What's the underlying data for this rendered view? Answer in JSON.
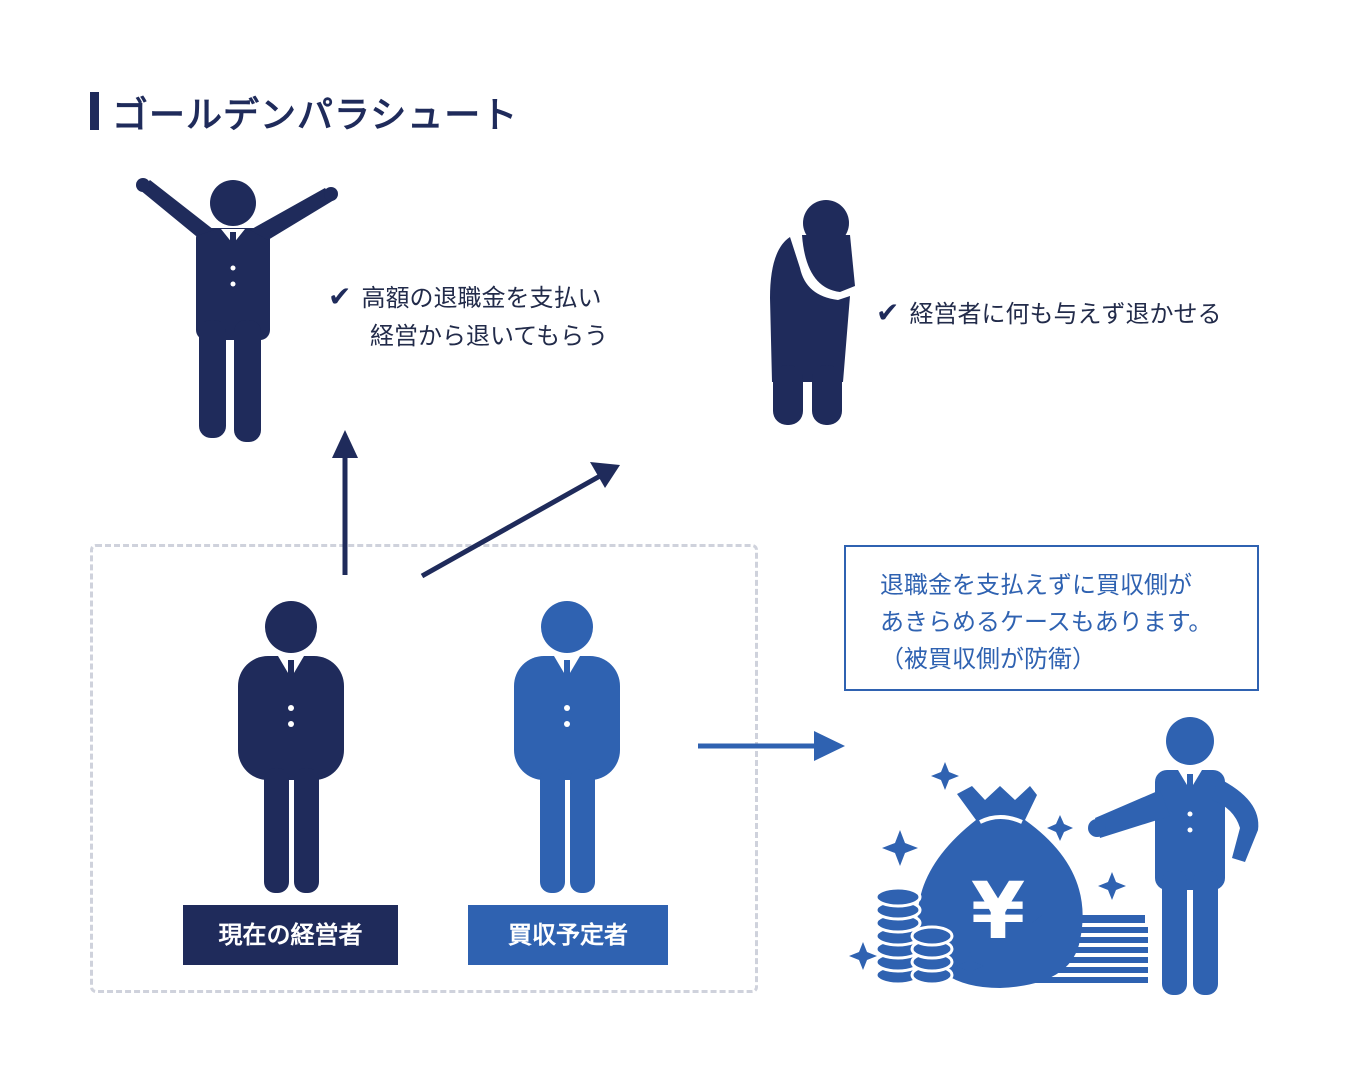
{
  "title": "ゴールデンパラシュート",
  "note_left": {
    "line1": "高額の退職金を支払い",
    "line2": "経営から退いてもらう"
  },
  "note_right": {
    "line1": "経営者に何も与えず退かせる"
  },
  "labels": {
    "current_manager": "現在の経営者",
    "acquirer": "買収予定者"
  },
  "info_box": {
    "line1": "退職金を支払えずに買収側が",
    "line2": "あきらめるケースもあります。",
    "line3": "（被買収側が防衛）"
  },
  "money_symbol": "¥",
  "check_symbol": "✔",
  "colors": {
    "navy": "#1f2b5b",
    "blue": "#2f62b1",
    "dash": "#cfd2dc"
  }
}
